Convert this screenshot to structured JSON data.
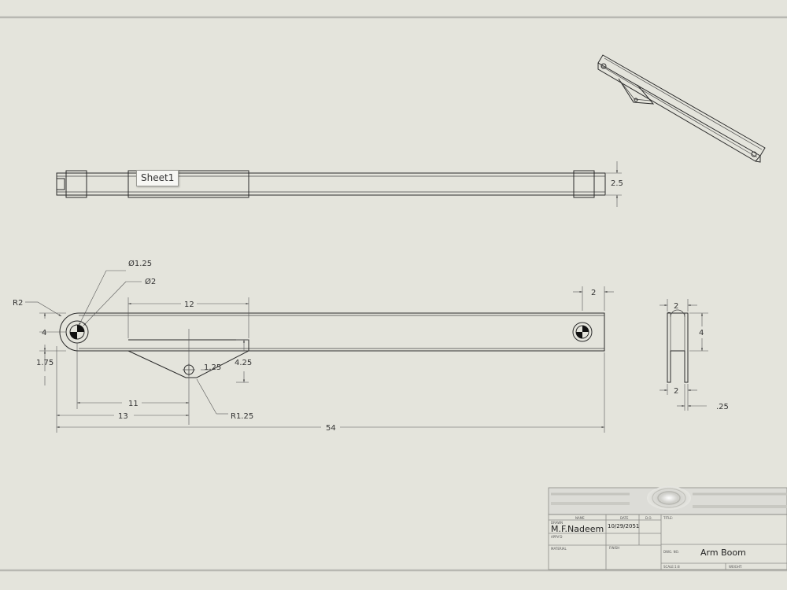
{
  "sheet_tab": "Sheet1",
  "dimensions": {
    "top_height": "2.5",
    "hole_small": "Ø1.25",
    "hole_large": "Ø2",
    "radius_end": "R2",
    "gusset_width": "12",
    "end_offset": "2",
    "height": "4",
    "hole_offset": "1.75",
    "gusset_hole": "1.25",
    "gusset_height": "4.25",
    "gusset_center": "11",
    "gusset_pos": "13",
    "gusset_radius": "R1.25",
    "overall_length": "54",
    "side_width_top": "2",
    "side_height": "4",
    "side_width_bottom": "2",
    "side_thickness": ".25"
  },
  "title_block": {
    "hdr_name": "NAME",
    "hdr_date": "DATE",
    "hdr_dwg": "D.O.",
    "hdr_title": "TITLE:",
    "drawn_label": "DRAWN",
    "drawn_name": "M.F.Nadeem",
    "drawn_date": "10/29/2051",
    "approved_label": "APPV'D",
    "material_label": "MATERIAL",
    "finish_label": "FINISH",
    "dwg_no_label": "DWG. NO.",
    "title": "Arm Boom",
    "scale_label": "SCALE:1:8",
    "weight_label": "WEIGHT:"
  }
}
